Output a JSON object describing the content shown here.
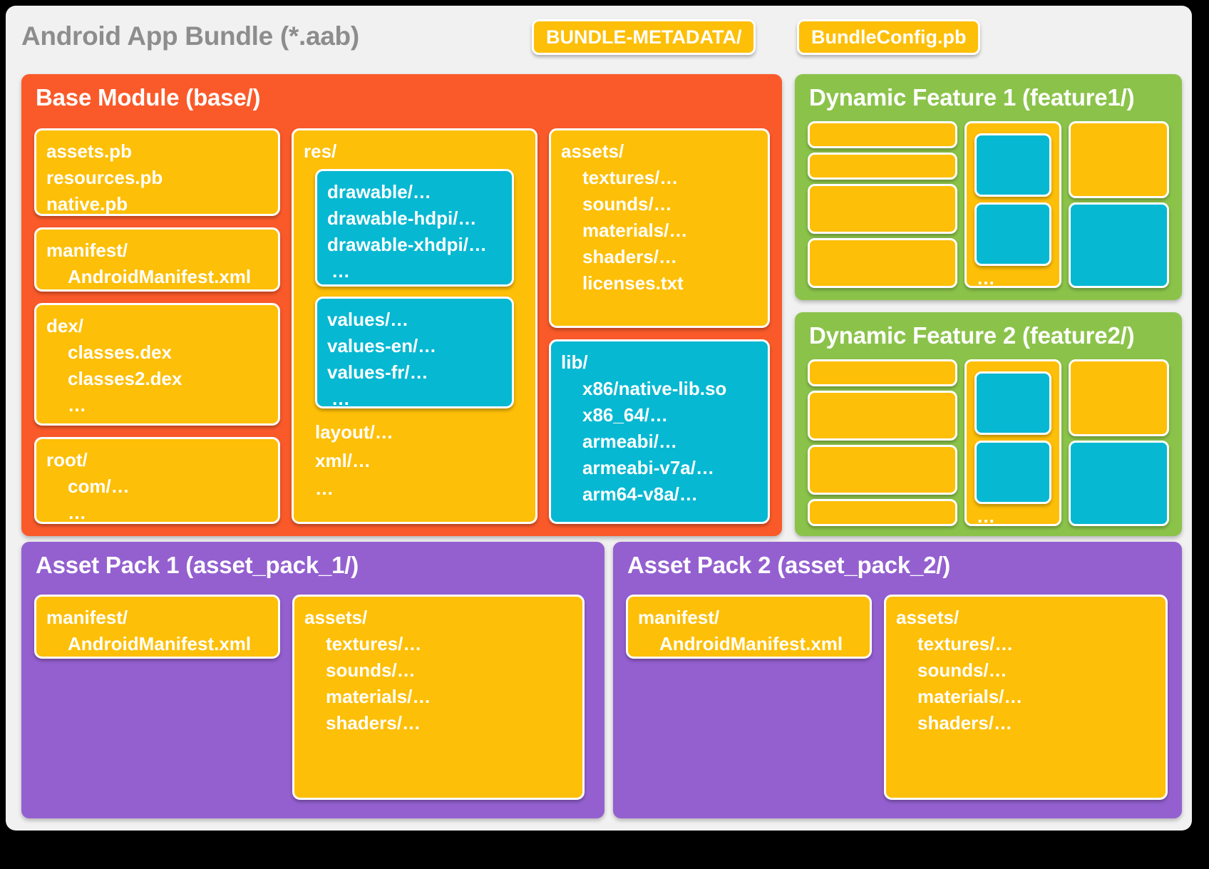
{
  "colors": {
    "background": "#000000",
    "card": "#f1f1f1",
    "base_module": "#fa5a2a",
    "dynamic_feature": "#8bc34a",
    "asset_pack": "#9460d0",
    "yellow": "#fdbf07",
    "cyan": "#06b8d2",
    "title_grey": "#8d8d8d",
    "white": "#ffffff"
  },
  "header": {
    "title": "Android App Bundle (*.aab)",
    "chips": [
      {
        "name": "bundle-metadata",
        "label": "BUNDLE-METADATA/"
      },
      {
        "name": "bundle-config",
        "label": "BundleConfig.pb"
      }
    ]
  },
  "base_module": {
    "title": "Base Module (base/)",
    "boxes": {
      "pb": {
        "lines": [
          "assets.pb",
          "resources.pb",
          "native.pb"
        ]
      },
      "manifest": {
        "head": "manifest/",
        "children": [
          "AndroidManifest.xml"
        ]
      },
      "dex": {
        "head": "dex/",
        "children": [
          "classes.dex",
          "classes2.dex"
        ],
        "more": "…"
      },
      "root": {
        "head": "root/",
        "children": [
          "com/…"
        ],
        "more": "…"
      },
      "res": {
        "head": "res/",
        "drawable": {
          "lines": [
            "drawable/…",
            "drawable-hdpi/…",
            "drawable-xhdpi/…"
          ],
          "more": "…"
        },
        "values": {
          "lines": [
            "values/…",
            "values-en/…",
            "values-fr/…"
          ],
          "more": "…"
        },
        "tail": [
          "layout/…",
          "xml/…",
          "…"
        ]
      },
      "assets": {
        "head": "assets/",
        "children": [
          "textures/…",
          "sounds/…",
          "materials/…",
          "shaders/…",
          "licenses.txt"
        ]
      },
      "lib": {
        "head": "lib/",
        "children": [
          "x86/native-lib.so",
          "x86_64/…",
          "armeabi/…",
          "armeabi-v7a/…",
          "arm64-v8a/…"
        ]
      }
    }
  },
  "dynamic_features": [
    {
      "title": "Dynamic Feature 1 (feature1/)",
      "placeholder_dots": "…"
    },
    {
      "title": "Dynamic Feature 2 (feature2/)",
      "placeholder_dots": "…"
    }
  ],
  "asset_packs": [
    {
      "title": "Asset Pack 1 (asset_pack_1/)",
      "manifest": {
        "head": "manifest/",
        "children": [
          "AndroidManifest.xml"
        ]
      },
      "assets": {
        "head": "assets/",
        "children": [
          "textures/…",
          "sounds/…",
          "materials/…",
          "shaders/…"
        ]
      }
    },
    {
      "title": "Asset Pack 2 (asset_pack_2/)",
      "manifest": {
        "head": "manifest/",
        "children": [
          "AndroidManifest.xml"
        ]
      },
      "assets": {
        "head": "assets/",
        "children": [
          "textures/…",
          "sounds/…",
          "materials/…",
          "shaders/…"
        ]
      }
    }
  ]
}
